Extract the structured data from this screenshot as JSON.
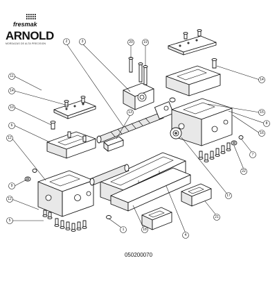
{
  "brand": {
    "subbrand": "fresmak",
    "name": "ARNOLD",
    "tagline": "MORDAZAS DE ALTA PRECISION"
  },
  "document_number": "050200070",
  "callouts": [
    "2",
    "3",
    "20",
    "19",
    "13",
    "11",
    "14",
    "10",
    "6",
    "12",
    "9",
    "12",
    "5",
    "1",
    "18",
    "4",
    "21",
    "17",
    "22",
    "7",
    "16",
    "8",
    "15",
    "14"
  ]
}
